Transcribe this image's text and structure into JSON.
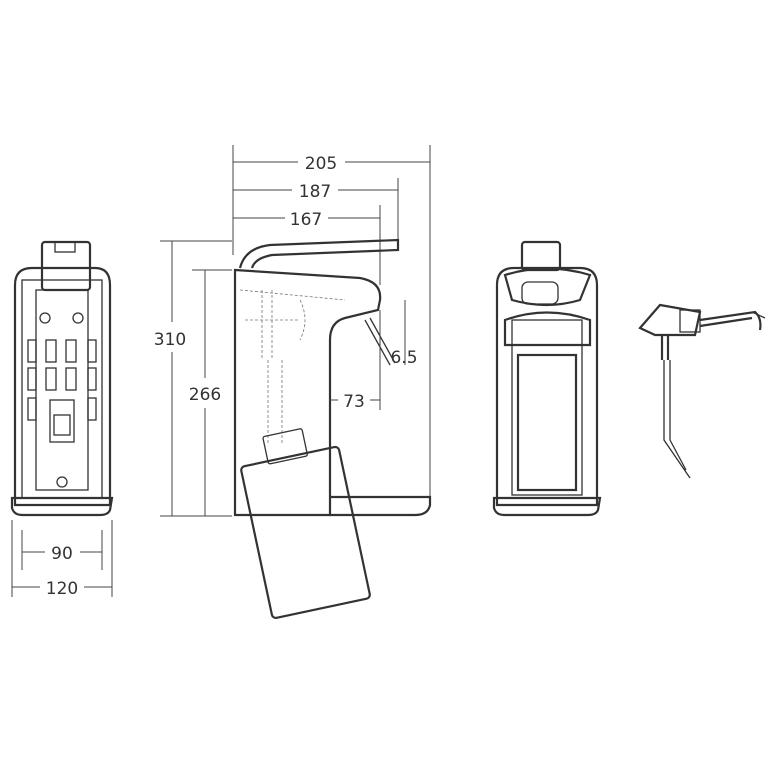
{
  "drawing": {
    "dimensions": {
      "overall_depth": "205",
      "lever_depth": "187",
      "head_depth": "167",
      "overall_height": "310",
      "body_height": "266",
      "lever_angle_gap": "6.5",
      "nozzle_height": "73",
      "inner_width": "90",
      "overall_width": "120"
    },
    "line_color": "#333333"
  }
}
